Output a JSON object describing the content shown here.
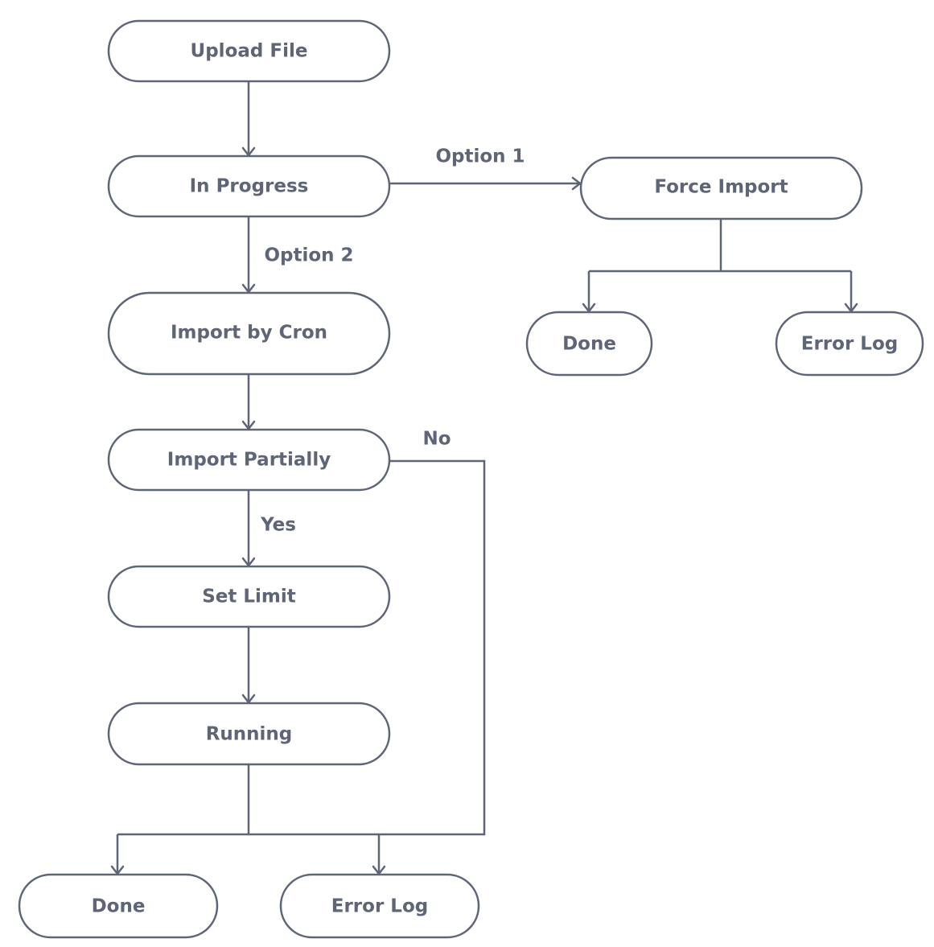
{
  "nodes": {
    "upload_file": "Upload File",
    "in_progress": "In Progress",
    "force_import": "Force Import",
    "force_done": "Done",
    "force_error_log": "Error Log",
    "import_by_cron": "Import by Cron",
    "import_partially": "Import Partially",
    "set_limit": "Set Limit",
    "running": "Running",
    "final_done": "Done",
    "final_error_log": "Error Log"
  },
  "edge_labels": {
    "option_1": "Option 1",
    "option_2": "Option 2",
    "no": "No",
    "yes": "Yes"
  }
}
